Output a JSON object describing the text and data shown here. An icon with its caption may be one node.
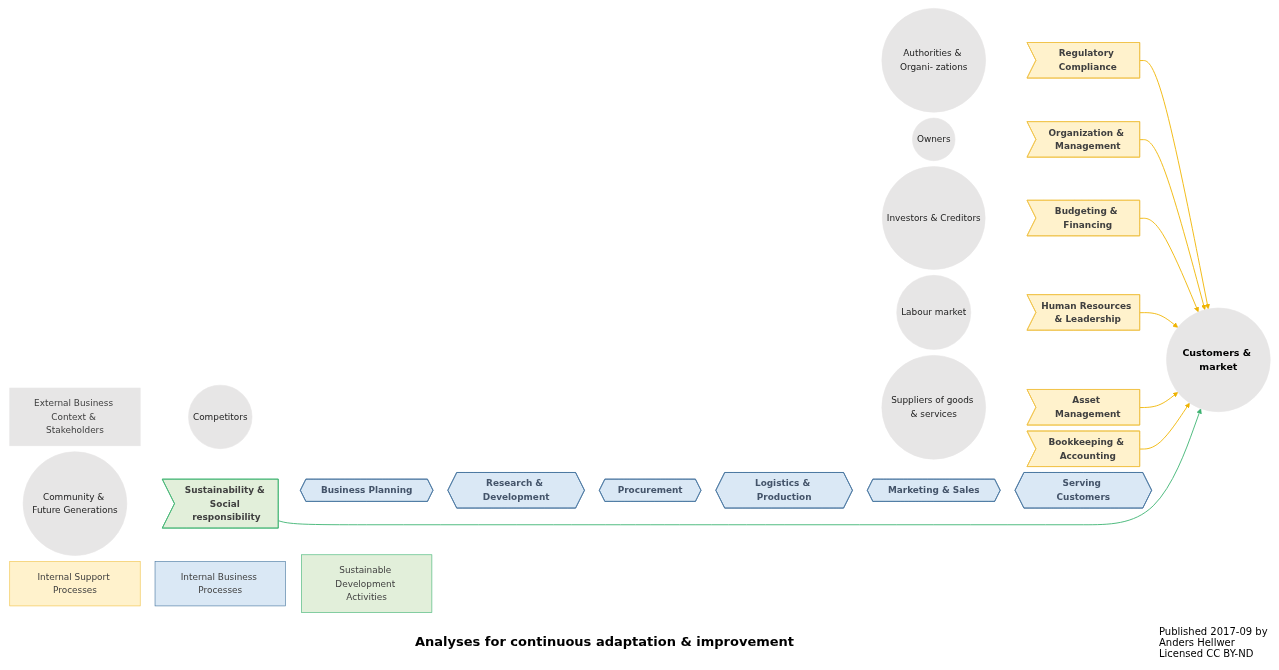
{
  "diagram": {
    "nodes": [
      {
        "text": [
          "External Business Context & Stakeholders"
        ]
      },
      {
        "text": [
          "Competitors"
        ]
      },
      {
        "text": [
          "Authorities & Organi- zations"
        ]
      },
      {
        "text": [
          "Owners"
        ]
      },
      {
        "text": [
          "Investors & Creditors"
        ]
      },
      {
        "text": [
          "Community & Future Generations"
        ]
      },
      {
        "text": [
          "Labour market"
        ]
      },
      {
        "text": [
          "Suppliers of goods & services"
        ]
      },
      {
        "text": [
          "Regulatory Compliance"
        ]
      },
      {
        "text": [
          "Organization & Management"
        ]
      },
      {
        "text": [
          "Budgeting & Financing"
        ]
      },
      {
        "text": [
          "Sustainability & Social responsibility"
        ]
      },
      {
        "text": [
          "Human Resources & Leadership"
        ]
      },
      {
        "text": [
          "Asset Management"
        ]
      },
      {
        "text": [
          "Bookkeeping & Accounting"
        ]
      },
      {
        "text": [
          "Business Planning"
        ]
      },
      {
        "text": [
          "Research & Development"
        ]
      },
      {
        "text": [
          "Procurement"
        ]
      },
      {
        "text": [
          "Logistics & Production"
        ]
      },
      {
        "text": [
          "Marketing & Sales"
        ]
      },
      {
        "text": [
          "Serving Customers"
        ]
      },
      {
        "text": [
          "Internal Support Processes"
        ]
      },
      {
        "text": [
          "Internal Business Processes"
        ]
      },
      {
        "text": [
          "Sustainable Development Activities"
        ]
      },
      {
        "text": [
          "Customers & market"
        ]
      }
    ],
    "edges": [
      {
        "from": 8,
        "to": 24,
        "arrow": "to"
      },
      {
        "from": 9,
        "to": 24,
        "arrow": "to"
      },
      {
        "from": 10,
        "to": 24,
        "arrow": "to"
      },
      {
        "from": 11,
        "to": 24,
        "arrow": "to",
        "color": "#3cb371"
      },
      {
        "from": 12,
        "to": 24,
        "arrow": "to"
      },
      {
        "from": 13,
        "to": 24,
        "arrow": "to"
      },
      {
        "from": 14,
        "to": 24,
        "arrow": "to"
      }
    ],
    "labels": [
      "Analyses for continuous adaptation & improvement",
      "Published 2017-09 by Anders Hellwer Licensed CC BY-ND"
    ]
  }
}
